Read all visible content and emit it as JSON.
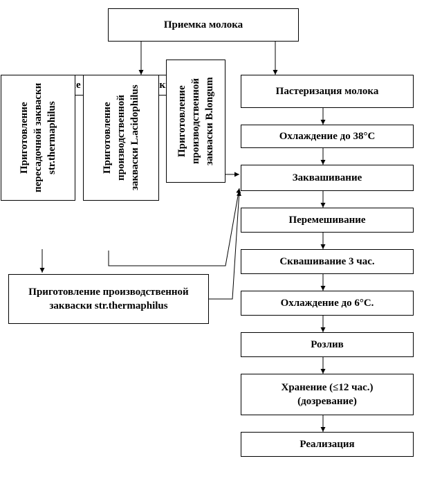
{
  "diagram": {
    "nodes": {
      "milk_reception": "Приемка молока",
      "pasteurization": "Пастеризация молока",
      "cooling_38": "Охлаждение до 38°С",
      "fermentation_start": "Заквашивание",
      "mixing": "Перемешивание",
      "souring": "Сквашивание 3 час.",
      "cooling_6": "Охлаждение до 6°С.",
      "bottling": "Розлив",
      "storage_line1": "Хранение (≤12 час.)",
      "storage_line2": "(дозревание)",
      "sale": "Реализация",
      "starter_transfer_thermophilus": "Приготовление пересадочной закваски str.thermaphilus",
      "starter_production_acidophilus": "Приготовление производственной закваски L.acidophilus",
      "starter_production_longum": "Приготовление производственной закваски B.longum",
      "starter_production_thermophilus": "Приготовление производственной закваски str.thermaphilus"
    }
  }
}
